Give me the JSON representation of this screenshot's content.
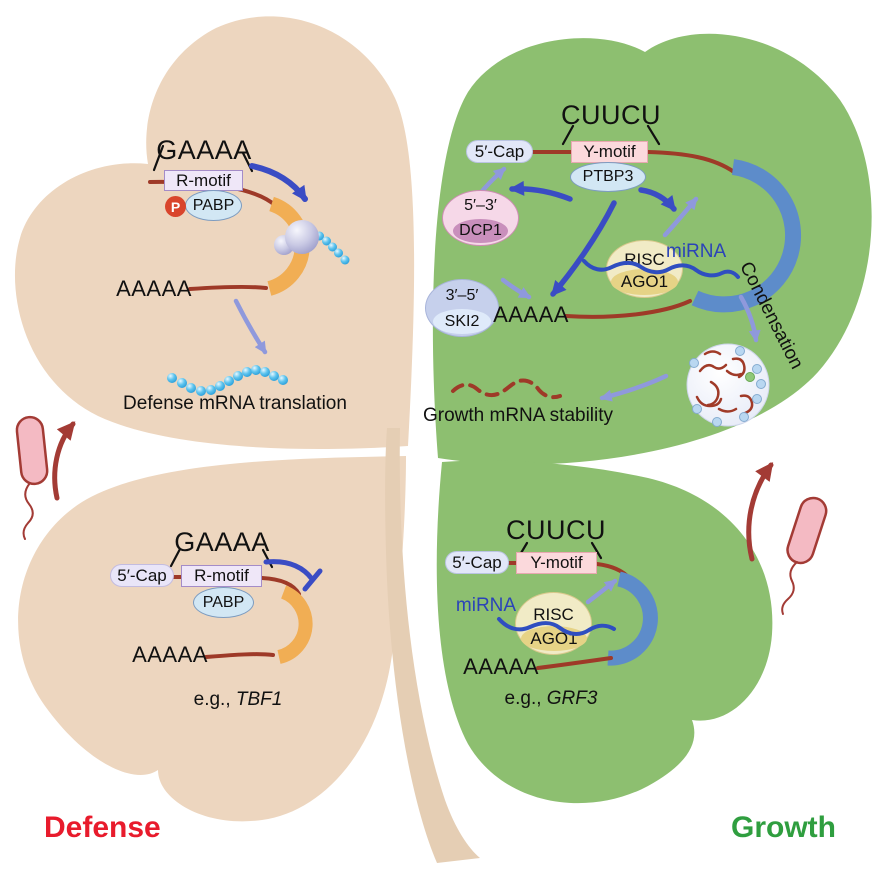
{
  "figure": {
    "defense_label": "Defense",
    "growth_label": "Growth"
  },
  "defense_top": {
    "sequence": "GAAAA",
    "motif": "R-motif",
    "phospho": "P",
    "protein": "PABP",
    "poly_a": "AAAAA",
    "caption": "Defense mRNA translation"
  },
  "growth_top": {
    "sequence": "CUUCU",
    "cap": "5′-Cap",
    "motif": "Y-motif",
    "protein": "PTBP3",
    "decay_5_3": {
      "direction": "5′–3′",
      "enzyme": "DCP1"
    },
    "decay_3_5": {
      "direction": "3′–5′",
      "enzyme": "SKI2"
    },
    "risc": {
      "complex": "RISC",
      "protein": "AGO1",
      "mirna": "miRNA"
    },
    "poly_a": "AAAAA",
    "condensation": "Condensation",
    "caption": "Growth mRNA stability"
  },
  "defense_bottom": {
    "sequence": "GAAAA",
    "cap": "5′-Cap",
    "motif": "R-motif",
    "protein": "PABP",
    "poly_a": "AAAAA",
    "example_prefix": "e.g., ",
    "example_gene": "TBF1"
  },
  "growth_bottom": {
    "sequence": "CUUCU",
    "cap": "5′-Cap",
    "motif": "Y-motif",
    "mirna": "miRNA",
    "risc": {
      "complex": "RISC",
      "protein": "AGO1"
    },
    "poly_a": "AAAAA",
    "example_prefix": "e.g., ",
    "example_gene": "GRF3"
  },
  "colors": {
    "defense_leaf": "#edd6bf",
    "growth_leaf": "#8dbf70",
    "mrna": "#9e3a28",
    "defense_orf": "#f1ae54",
    "growth_orf": "#5d8cca",
    "arrow_blue": "#3a4cc4",
    "arrow_purple": "#8f99dc",
    "pathogen_red": "#a33b35",
    "defense_text": "#e81b2c",
    "growth_text": "#2f9e3f",
    "mirna_text": "#2b43b8"
  }
}
